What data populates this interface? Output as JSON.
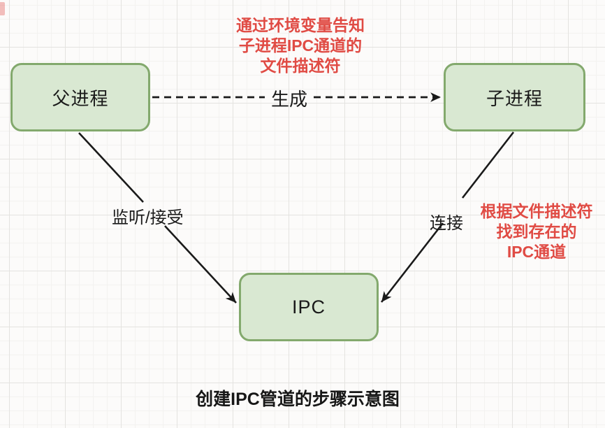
{
  "nodes": {
    "parent": {
      "label": "父进程"
    },
    "child": {
      "label": "子进程"
    },
    "ipc": {
      "label": "IPC"
    }
  },
  "edges": {
    "spawn": {
      "label": "生成",
      "style": "dashed-arrow-right"
    },
    "listen": {
      "label": "监听/接受",
      "style": "solid-arrow-to-ipc"
    },
    "connect": {
      "label": "连接",
      "style": "solid-arrow-to-ipc"
    }
  },
  "annotations": {
    "env": {
      "lines": [
        "通过环境变量告知",
        "子进程IPC通道的",
        "文件描述符"
      ]
    },
    "fd": {
      "lines": [
        "根据文件描述符",
        "找到存在的",
        "IPC通道"
      ]
    }
  },
  "caption": "创建IPC管道的步骤示意图",
  "colors": {
    "paper_bg": "#fcfbfa",
    "grid_major": "#e4e3e0",
    "grid_minor": "#f3f2f0",
    "node_fill": "#d9e8d2",
    "node_border": "#83a96d",
    "edge_color": "#1a1a1a",
    "accent_red": "#e04b44"
  }
}
